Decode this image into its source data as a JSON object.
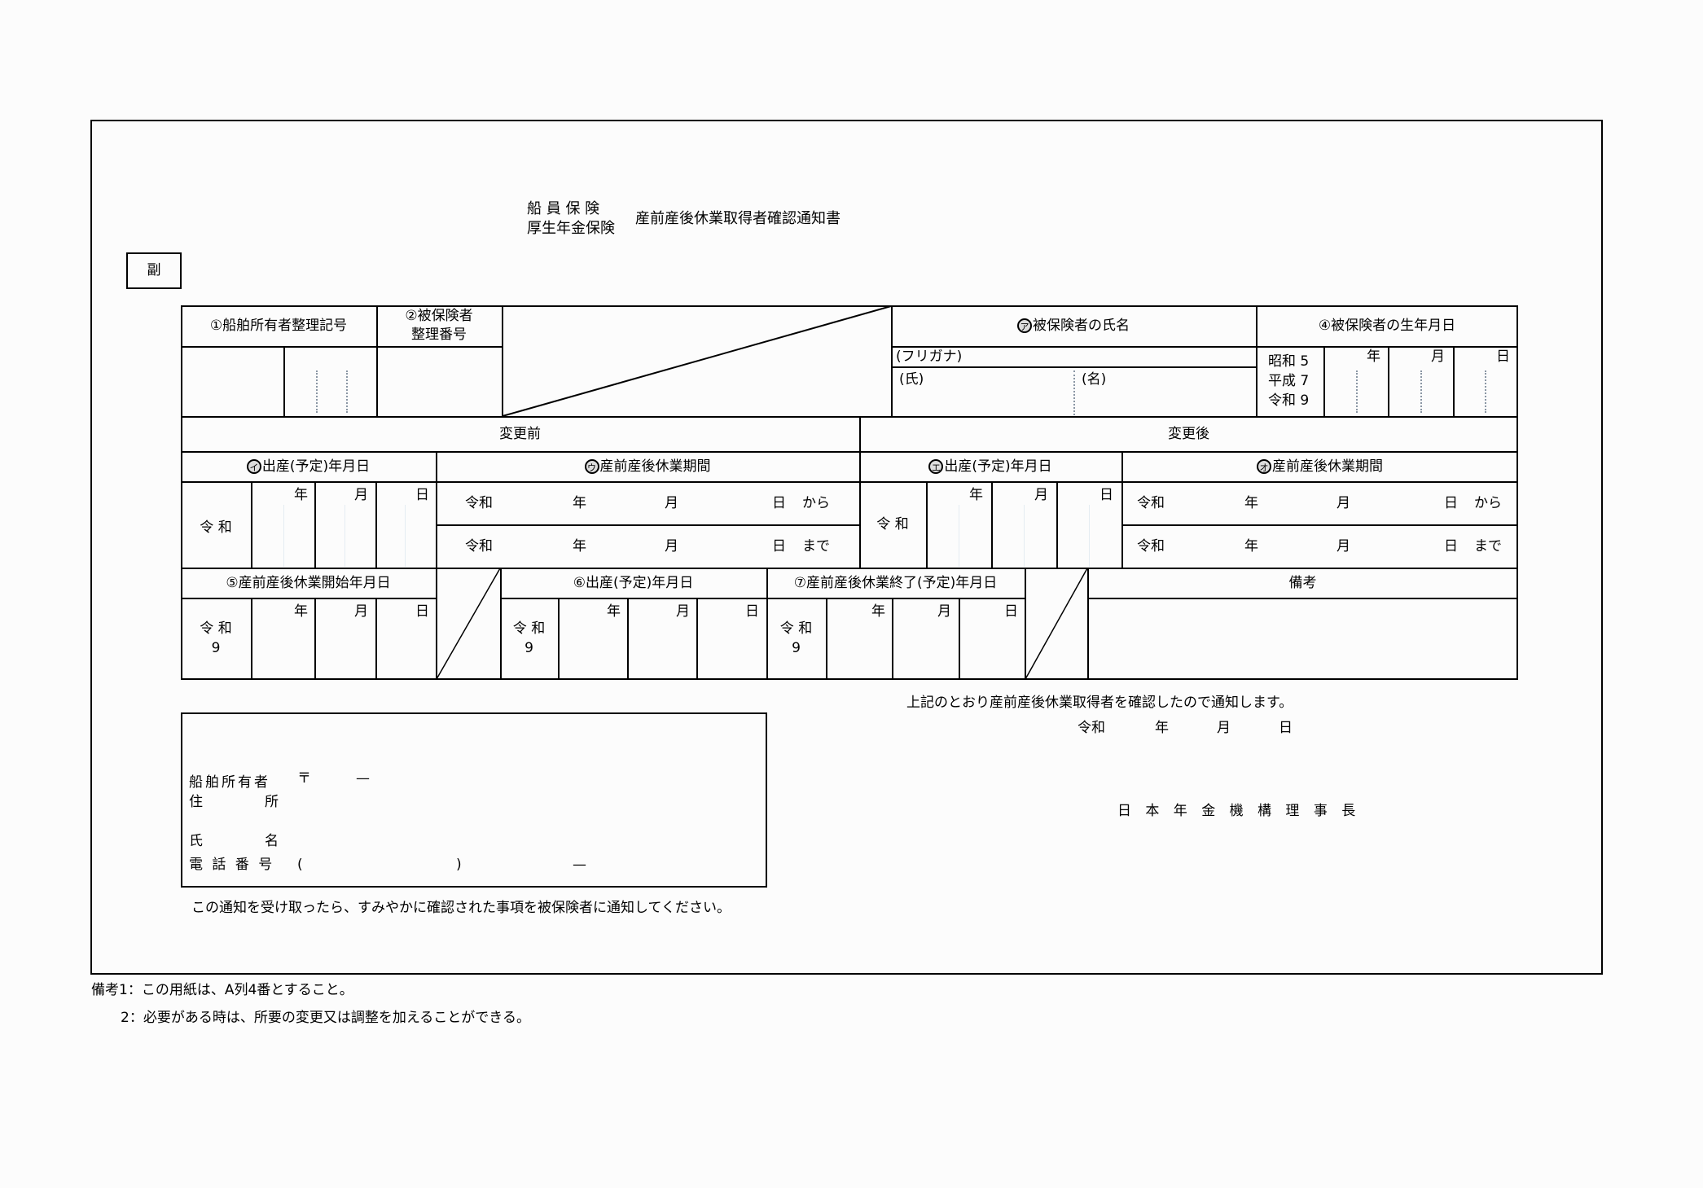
{
  "document": {
    "title_line1": "船 員 保 険",
    "title_line2": "厚生年金保険",
    "title_main": "産前産後休業取得者確認通知書",
    "copy_mark": "副"
  },
  "table": {
    "row1": {
      "col1_header": "①船舶所有者整理記号",
      "col2_header_line1": "②被保険者",
      "col2_header_line2": "整理番号",
      "name_header_mark": "ア",
      "name_header": "被保険者の氏名",
      "furigana_label": "(フリガナ)",
      "surname_label": "(氏)",
      "given_name_label": "(名)",
      "birth_header": "④被保険者の生年月日",
      "birth_eras": [
        "昭和 5",
        "平成 7",
        "令和 9"
      ],
      "birth_units": [
        "年",
        "月",
        "日"
      ]
    },
    "before_header": "変更前",
    "after_header": "変更後",
    "before": {
      "birth_header_mark": "イ",
      "birth_header": "出産(予定)年月日",
      "birth_era": "令 和",
      "birth_units": [
        "年",
        "月",
        "日"
      ],
      "leave_header_mark": "ウ",
      "leave_header": "産前産後休業期間",
      "leave_from": {
        "era": "令和",
        "year": "年",
        "month": "月",
        "day": "日",
        "suffix": "から"
      },
      "leave_to": {
        "era": "令和",
        "year": "年",
        "month": "月",
        "day": "日",
        "suffix": "まで"
      }
    },
    "after": {
      "birth_header_mark": "エ",
      "birth_header": "出産(予定)年月日",
      "birth_era": "令 和",
      "birth_units": [
        "年",
        "月",
        "日"
      ],
      "leave_header_mark": "オ",
      "leave_header": "産前産後休業期間",
      "leave_from": {
        "era": "令和",
        "year": "年",
        "month": "月",
        "day": "日",
        "suffix": "から"
      },
      "leave_to": {
        "era": "令和",
        "year": "年",
        "month": "月",
        "day": "日",
        "suffix": "まで"
      }
    },
    "row_bottom": {
      "start_header": "⑤産前産後休業開始年月日",
      "start_era": "令 和",
      "start_era_code": "9",
      "start_units": [
        "年",
        "月",
        "日"
      ],
      "childbirth_header": "⑥出産(予定)年月日",
      "childbirth_era": "令 和",
      "childbirth_era_code": "9",
      "childbirth_units": [
        "年",
        "月",
        "日"
      ],
      "end_header": "⑦産前産後休業終了(予定)年月日",
      "end_era": "令 和",
      "end_era_code": "9",
      "end_units": [
        "年",
        "月",
        "日"
      ],
      "remarks_header": "備考"
    }
  },
  "owner_box": {
    "postal_mark": "〒",
    "postal_dash": "—",
    "address_label_line1": "船舶所有者",
    "address_label_line2_a": "住",
    "address_label_line2_b": "所",
    "name_label_a": "氏",
    "name_label_b": "名",
    "phone_label": "電 話 番 号",
    "phone_open": "(",
    "phone_close": ")",
    "phone_dash": "—"
  },
  "notice_to_owner": "この通知を受け取ったら、すみやかに確認された事項を被保険者に通知してください。",
  "confirmation": {
    "statement": "上記のとおり産前産後休業取得者を確認したので通知します。",
    "date_era": "令和",
    "date_year": "年",
    "date_month": "月",
    "date_day": "日",
    "issuer": "日 本 年 金 機 構 理 事 長"
  },
  "footnotes": {
    "note1": "備考1：この用紙は、A列4番とすること。",
    "note2": "2：必要がある時は、所要の変更又は調整を加えることができる。"
  }
}
